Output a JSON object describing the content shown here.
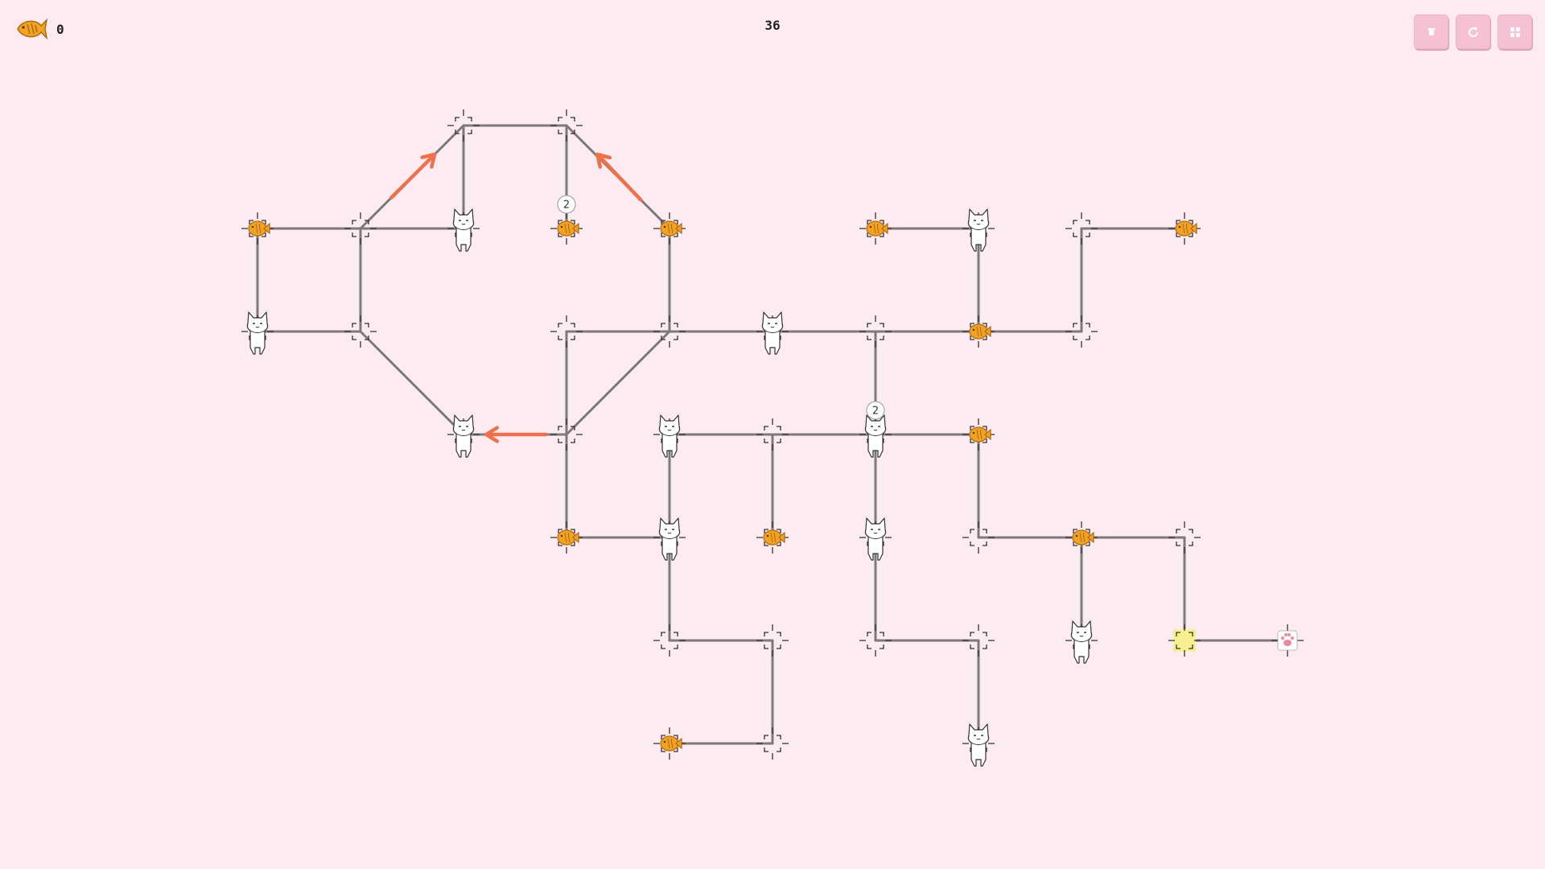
{
  "hud": {
    "fish_count": "0",
    "moves": "36"
  },
  "toolbar": [
    {
      "name": "undo-button",
      "icon": "undo-icon"
    },
    {
      "name": "restart-button",
      "icon": "restart-icon"
    },
    {
      "name": "menu-button",
      "icon": "menu-icon"
    }
  ],
  "board": {
    "grid": {
      "cols": [
        0,
        1,
        2,
        3,
        4,
        5,
        6,
        7,
        8,
        9,
        10
      ],
      "rows": [
        0,
        1,
        2,
        3,
        4,
        5,
        6
      ]
    },
    "nodes": [
      {
        "c": 2,
        "r": -1,
        "kind": "empty"
      },
      {
        "c": 3,
        "r": -1,
        "kind": "empty"
      },
      {
        "c": 0,
        "r": 0,
        "kind": "fish"
      },
      {
        "c": 1,
        "r": 0,
        "kind": "empty"
      },
      {
        "c": 2,
        "r": 0,
        "kind": "cat"
      },
      {
        "c": 3,
        "r": 0,
        "kind": "fish",
        "badge": "2"
      },
      {
        "c": 4,
        "r": 0,
        "kind": "fish"
      },
      {
        "c": 6,
        "r": 0,
        "kind": "fish"
      },
      {
        "c": 7,
        "r": 0,
        "kind": "cat"
      },
      {
        "c": 8,
        "r": 0,
        "kind": "empty"
      },
      {
        "c": 9,
        "r": 0,
        "kind": "fish"
      },
      {
        "c": 0,
        "r": 1,
        "kind": "cat"
      },
      {
        "c": 1,
        "r": 1,
        "kind": "empty"
      },
      {
        "c": 3,
        "r": 1,
        "kind": "empty"
      },
      {
        "c": 4,
        "r": 1,
        "kind": "empty"
      },
      {
        "c": 5,
        "r": 1,
        "kind": "cat"
      },
      {
        "c": 6,
        "r": 1,
        "kind": "empty"
      },
      {
        "c": 7,
        "r": 1,
        "kind": "fish"
      },
      {
        "c": 8,
        "r": 1,
        "kind": "empty"
      },
      {
        "c": 2,
        "r": 2,
        "kind": "cat"
      },
      {
        "c": 3,
        "r": 2,
        "kind": "empty"
      },
      {
        "c": 4,
        "r": 2,
        "kind": "cat"
      },
      {
        "c": 5,
        "r": 2,
        "kind": "empty"
      },
      {
        "c": 6,
        "r": 2,
        "kind": "cat",
        "badge": "2"
      },
      {
        "c": 7,
        "r": 2,
        "kind": "fish"
      },
      {
        "c": 3,
        "r": 3,
        "kind": "fish"
      },
      {
        "c": 4,
        "r": 3,
        "kind": "cat"
      },
      {
        "c": 5,
        "r": 3,
        "kind": "fish"
      },
      {
        "c": 6,
        "r": 3,
        "kind": "cat"
      },
      {
        "c": 7,
        "r": 3,
        "kind": "empty"
      },
      {
        "c": 8,
        "r": 3,
        "kind": "fish"
      },
      {
        "c": 9,
        "r": 3,
        "kind": "empty"
      },
      {
        "c": 4,
        "r": 4,
        "kind": "empty"
      },
      {
        "c": 5,
        "r": 4,
        "kind": "empty"
      },
      {
        "c": 6,
        "r": 4,
        "kind": "empty"
      },
      {
        "c": 7,
        "r": 4,
        "kind": "empty"
      },
      {
        "c": 8,
        "r": 4,
        "kind": "cat"
      },
      {
        "c": 9,
        "r": 4,
        "kind": "current"
      },
      {
        "c": 10,
        "r": 4,
        "kind": "goal"
      },
      {
        "c": 4,
        "r": 5,
        "kind": "fish"
      },
      {
        "c": 5,
        "r": 5,
        "kind": "empty"
      },
      {
        "c": 7,
        "r": 5,
        "kind": "cat"
      }
    ],
    "edges": [
      [
        2,
        -1,
        3,
        -1
      ],
      [
        1,
        0,
        2,
        -1
      ],
      [
        2,
        -1,
        2,
        0
      ],
      [
        3,
        -1,
        3,
        0
      ],
      [
        3,
        -1,
        4,
        0
      ],
      [
        0,
        0,
        1,
        0
      ],
      [
        1,
        0,
        2,
        0
      ],
      [
        0,
        0,
        0,
        1
      ],
      [
        1,
        0,
        1,
        1
      ],
      [
        0,
        1,
        1,
        1
      ],
      [
        1,
        1,
        2,
        2
      ],
      [
        4,
        0,
        4,
        1
      ],
      [
        3,
        1,
        4,
        1
      ],
      [
        4,
        1,
        5,
        1
      ],
      [
        5,
        1,
        6,
        1
      ],
      [
        6,
        1,
        7,
        1
      ],
      [
        7,
        1,
        8,
        1
      ],
      [
        7,
        0,
        7,
        1
      ],
      [
        6,
        0,
        7,
        0
      ],
      [
        8,
        0,
        8,
        1
      ],
      [
        8,
        0,
        9,
        0
      ],
      [
        3,
        1,
        3,
        2
      ],
      [
        3,
        2,
        3,
        3
      ],
      [
        4,
        1,
        3,
        2
      ],
      [
        2,
        2,
        3,
        2
      ],
      [
        6,
        1,
        6,
        2
      ],
      [
        4,
        2,
        5,
        2
      ],
      [
        5,
        2,
        6,
        2
      ],
      [
        6,
        2,
        7,
        2
      ],
      [
        7,
        2,
        7,
        3
      ],
      [
        4,
        2,
        4,
        3
      ],
      [
        3,
        3,
        4,
        3
      ],
      [
        5,
        2,
        5,
        3
      ],
      [
        6,
        2,
        6,
        3
      ],
      [
        7,
        3,
        8,
        3
      ],
      [
        8,
        3,
        9,
        3
      ],
      [
        9,
        3,
        9,
        4
      ],
      [
        8,
        3,
        8,
        4
      ],
      [
        9,
        4,
        10,
        4
      ],
      [
        4,
        3,
        4,
        4
      ],
      [
        4,
        4,
        5,
        4
      ],
      [
        5,
        4,
        5,
        5
      ],
      [
        4,
        5,
        5,
        5
      ],
      [
        6,
        3,
        6,
        4
      ],
      [
        6,
        4,
        7,
        4
      ],
      [
        7,
        4,
        7,
        5
      ]
    ],
    "arrows": [
      {
        "from": [
          1.3,
          -0.3
        ],
        "to": [
          1.72,
          -0.72
        ]
      },
      {
        "from": [
          3.72,
          -0.28
        ],
        "to": [
          3.3,
          -0.72
        ]
      },
      {
        "from": [
          2.8,
          2
        ],
        "to": [
          2.22,
          2
        ]
      }
    ],
    "colors": {
      "background": "#fcebf0",
      "track": "#7b7b7b",
      "arrow": "#f0704a",
      "fish": "#f2a321",
      "fish_stroke": "#b06a10",
      "current": "#f8ef8e",
      "button": "#f6c2d3"
    }
  }
}
